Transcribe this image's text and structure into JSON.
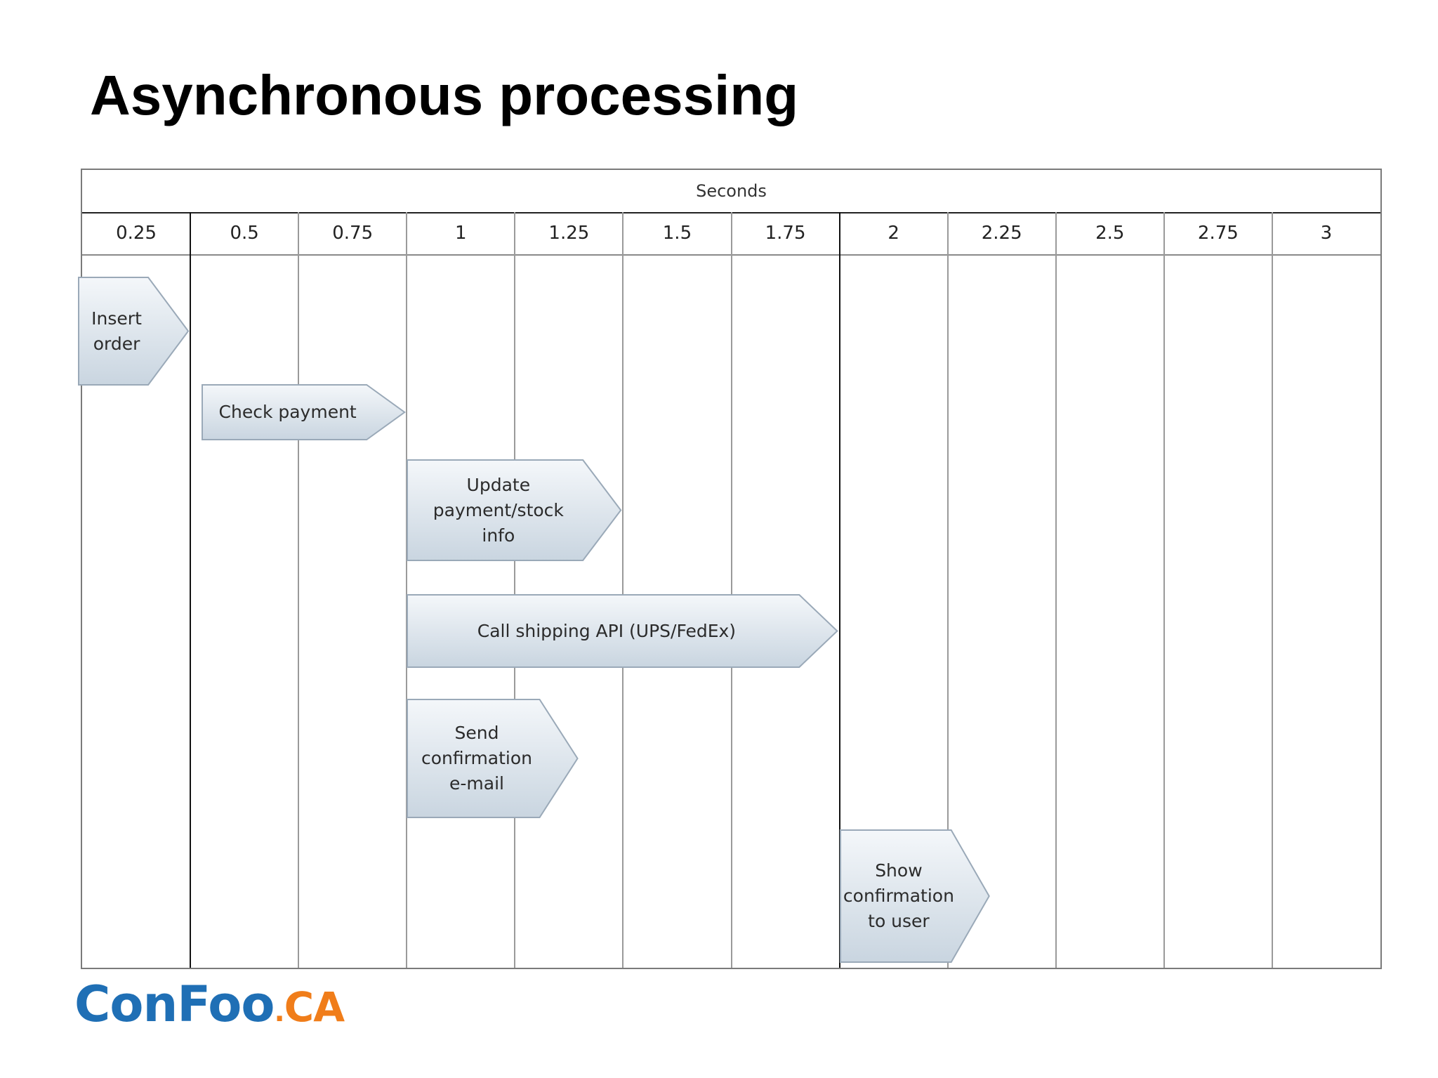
{
  "slide": {
    "title": "Asynchronous processing"
  },
  "timeline": {
    "header": "Seconds",
    "ticks": [
      "0.25",
      "0.5",
      "0.75",
      "1",
      "1.25",
      "1.5",
      "1.75",
      "2",
      "2.25",
      "2.5",
      "2.75",
      "3"
    ],
    "tasks": [
      {
        "label": "Insert\norder",
        "start": 0,
        "end": 0.25
      },
      {
        "label": "Check payment",
        "start": 0.28,
        "end": 0.75
      },
      {
        "label": "Update\npayment/stock\ninfo",
        "start": 0.75,
        "end": 1.25
      },
      {
        "label": "Call shipping API (UPS/FedEx)",
        "start": 0.75,
        "end": 1.75
      },
      {
        "label": "Send\nconfirmation\ne-mail",
        "start": 0.75,
        "end": 1.15
      },
      {
        "label": "Show\nconfirmation\nto user",
        "start": 1.75,
        "end": 2.1
      }
    ]
  },
  "logo": {
    "main": "ConFoo",
    "dot": ".",
    "tld": "CA"
  },
  "colors": {
    "arrow_top": "#f4f7fa",
    "arrow_bottom": "#c9d5e0",
    "arrow_border": "#9aa9b8",
    "logo_blue": "#1f6fb5",
    "logo_orange": "#f07d1a"
  }
}
